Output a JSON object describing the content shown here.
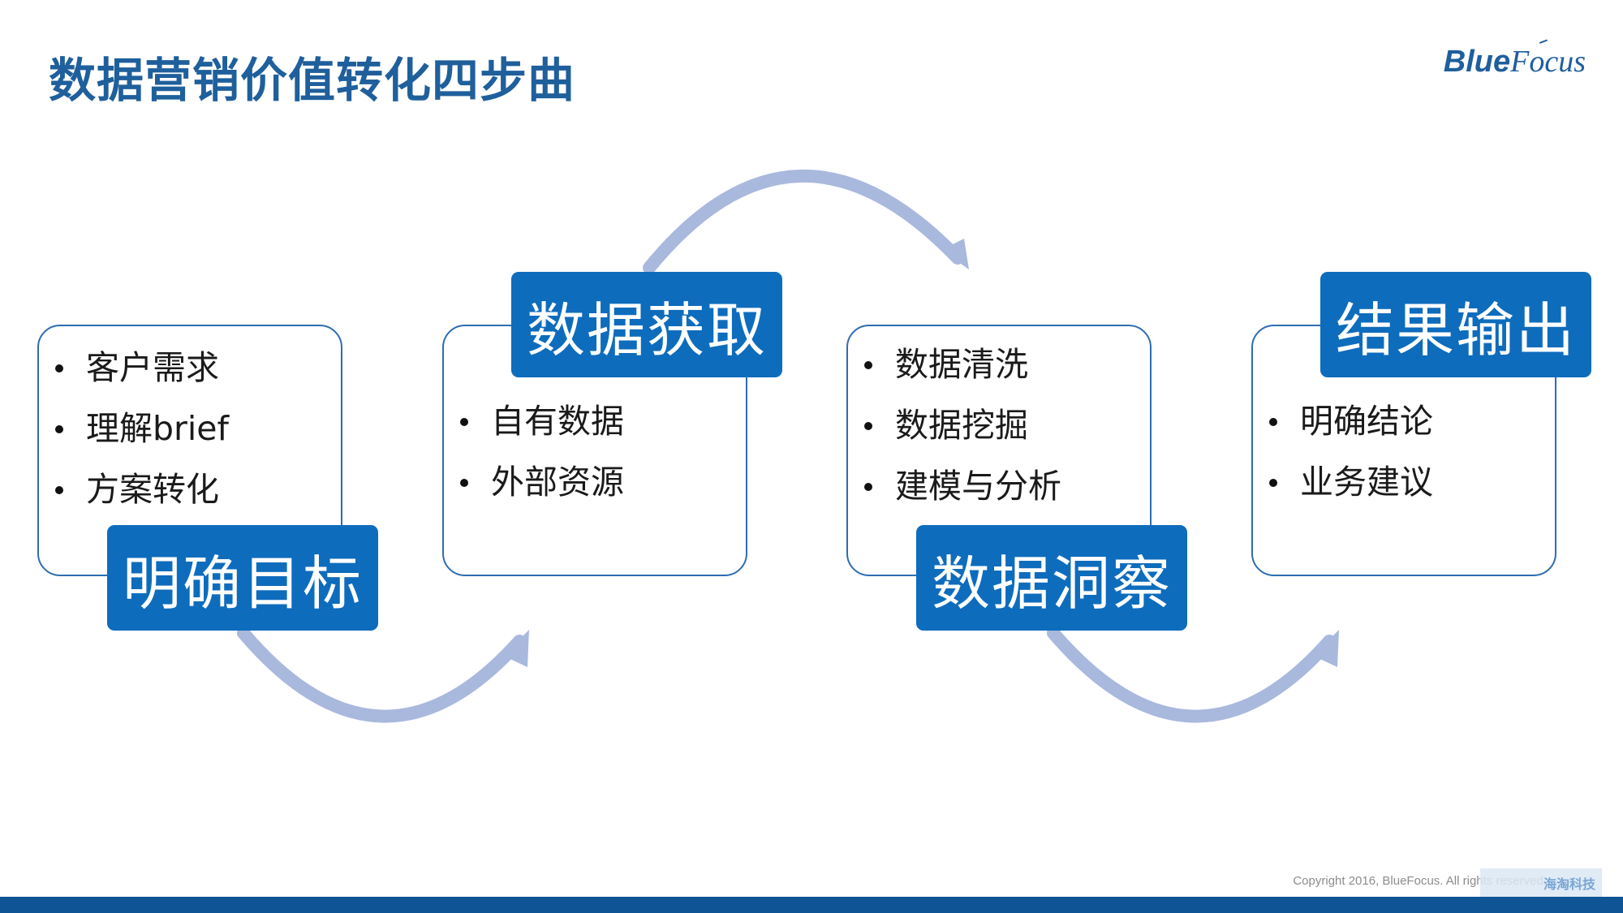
{
  "title": "数据营销价值转化四步曲",
  "logo": {
    "part1": "Blue",
    "part2": "Focus"
  },
  "steps": [
    {
      "label": "明确目标",
      "items": [
        "客户需求",
        "理解brief",
        "方案转化"
      ]
    },
    {
      "label": "数据获取",
      "items": [
        "自有数据",
        "外部资源"
      ]
    },
    {
      "label": "数据洞察",
      "items": [
        "数据清洗",
        "数据挖掘",
        "建模与分析"
      ]
    },
    {
      "label": "结果输出",
      "items": [
        "明确结论",
        "业务建议"
      ]
    }
  ],
  "footer": {
    "copyright": "Copyright 2016, BlueFocus. All rights reserved.",
    "watermark": "海淘科技"
  },
  "colors": {
    "accent": "#0e6cbd",
    "title": "#1f5f9c",
    "arrow": "#a9b8dd",
    "footer": "#0f5494"
  }
}
